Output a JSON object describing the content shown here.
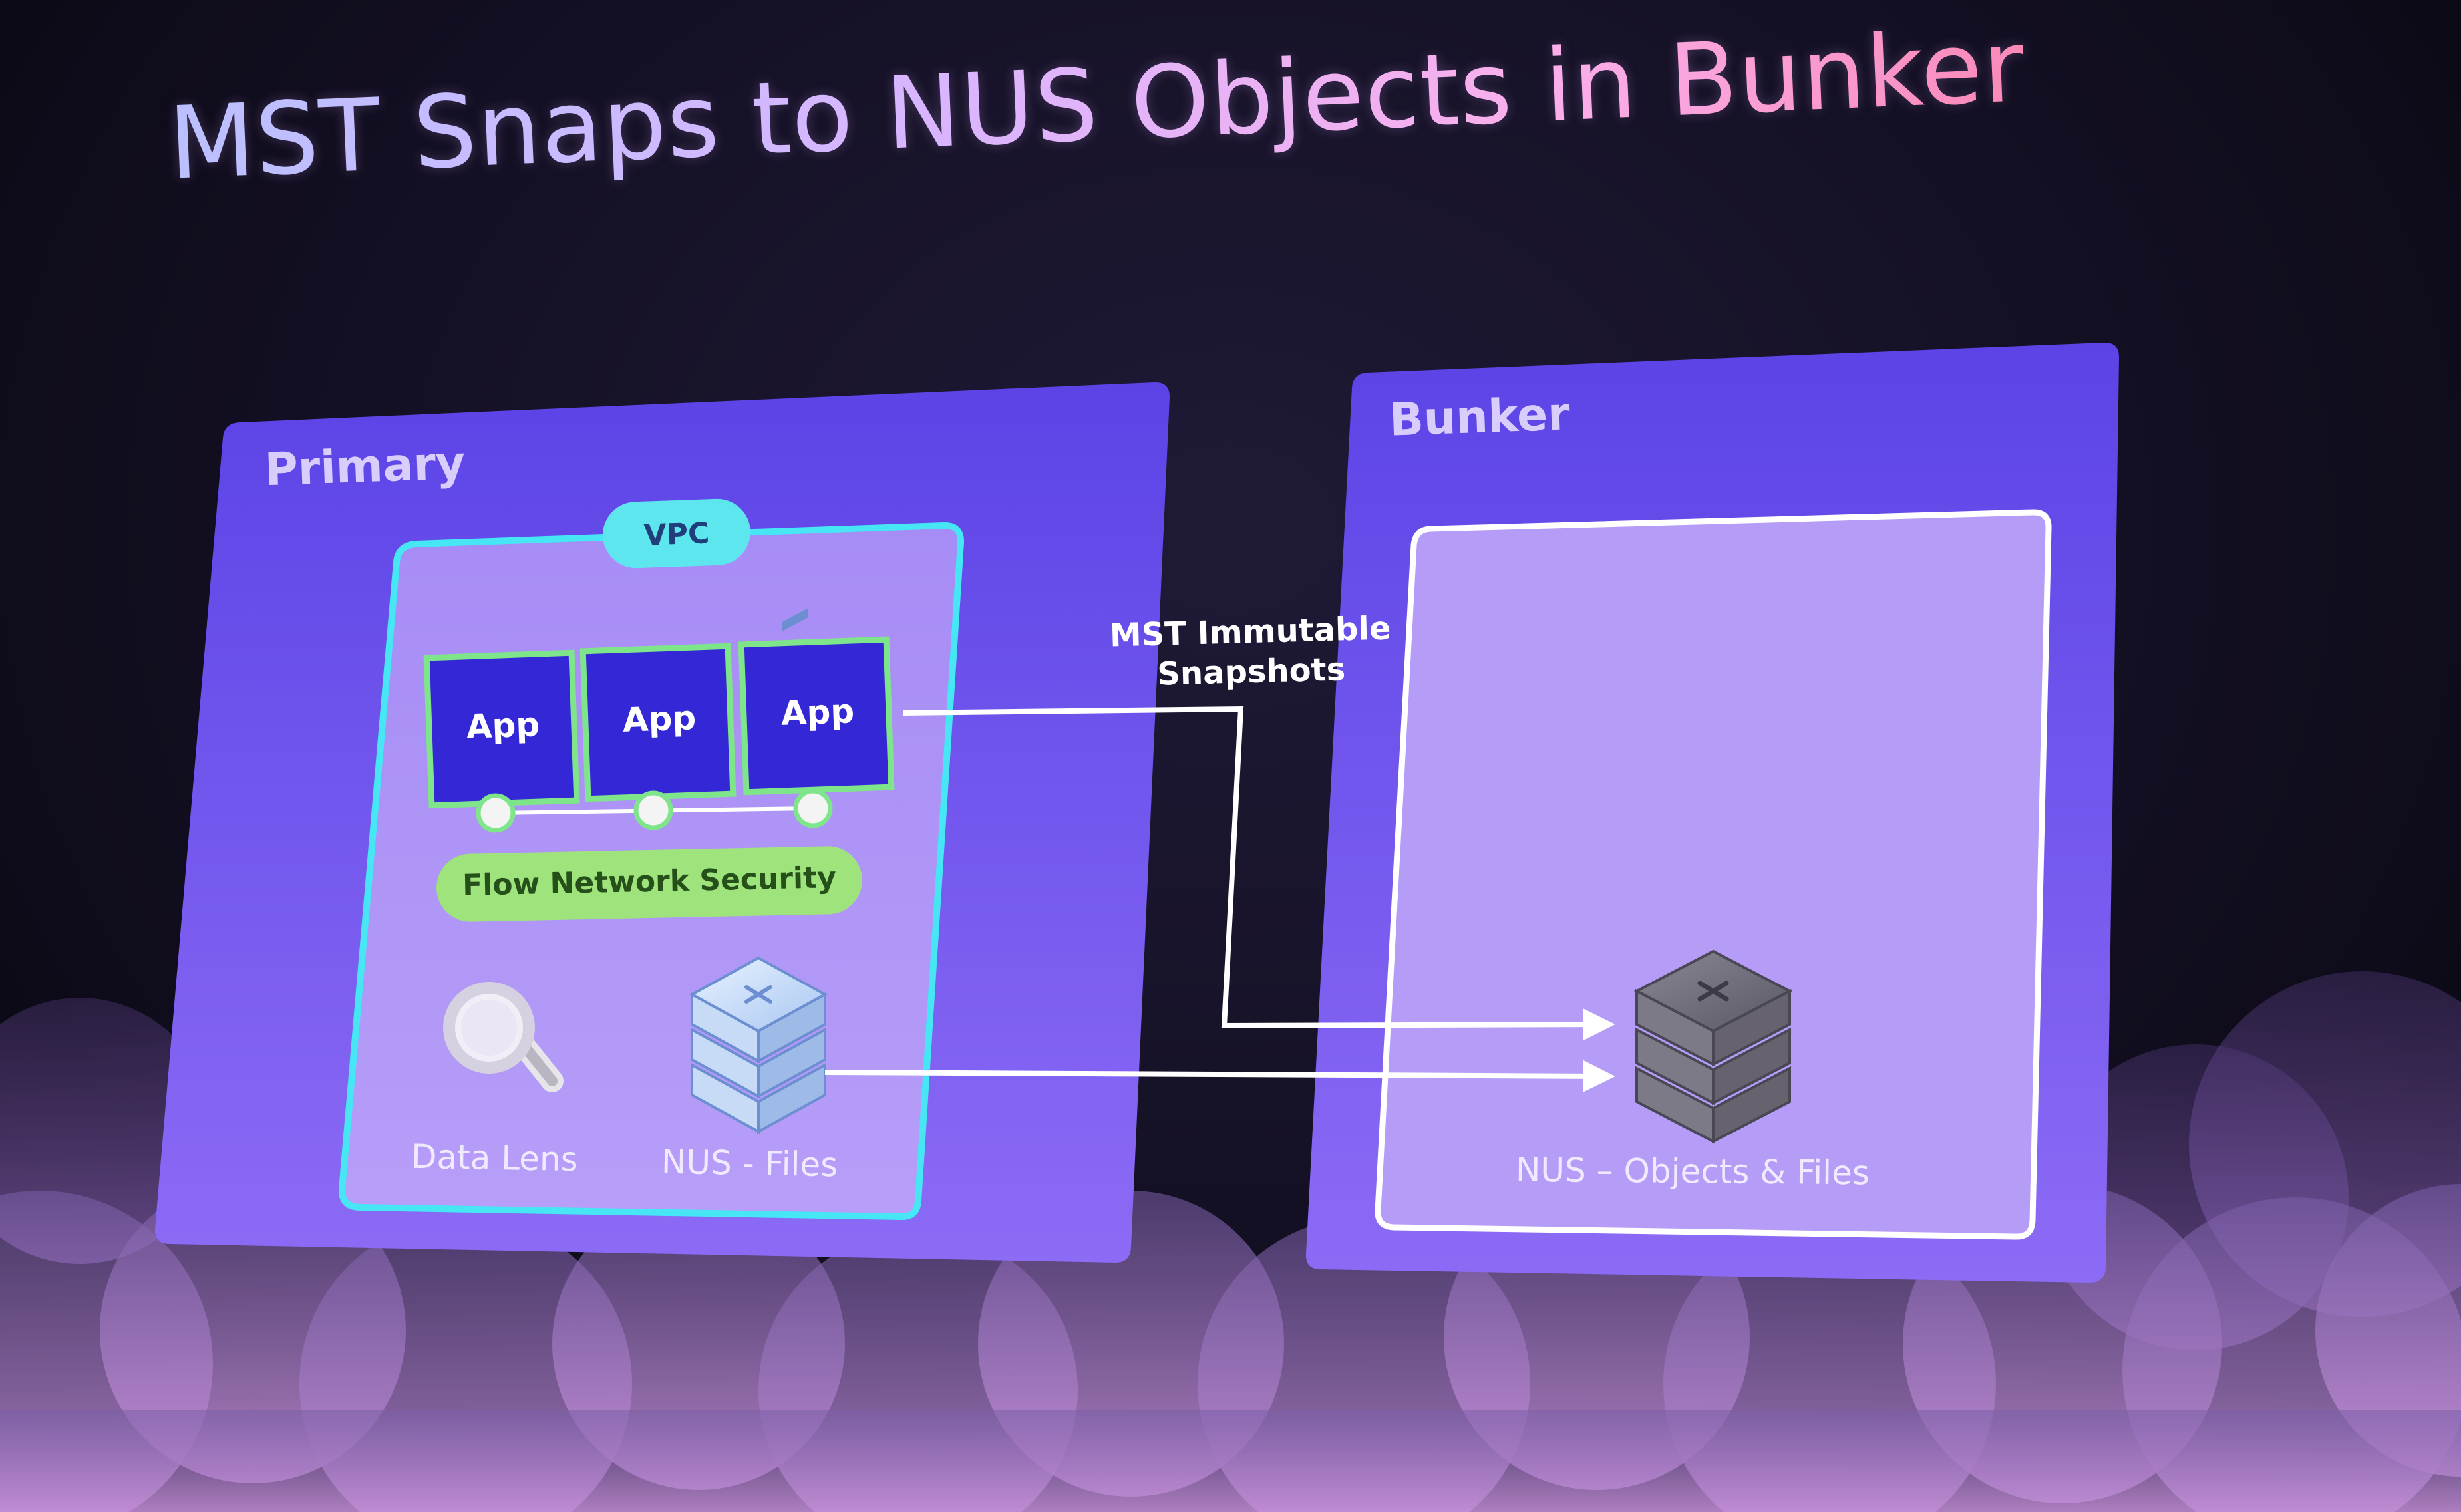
{
  "slide": {
    "title": "MST Snaps to NUS Objects in Bunker"
  },
  "primary": {
    "label": "Primary",
    "vpc_label": "VPC",
    "apps": [
      "App",
      "App",
      "App"
    ],
    "flow_label": "Flow Network Security",
    "data_lens_label": "Data Lens",
    "nus_files_label": "NUS - Files"
  },
  "arrow": {
    "label_line1": "MST Immutable",
    "label_line2": "Snapshots"
  },
  "bunker": {
    "label": "Bunker",
    "nus_label": "NUS – Objects & Files"
  },
  "colors": {
    "panel": "#6a4ff0",
    "inner_panel": "#b59cf7",
    "vpc_border": "#46e6f5",
    "app_fill": "#3327d6",
    "app_border": "#7ee58a",
    "flow_fill": "#9fe37d",
    "arrow": "#ffffff"
  }
}
